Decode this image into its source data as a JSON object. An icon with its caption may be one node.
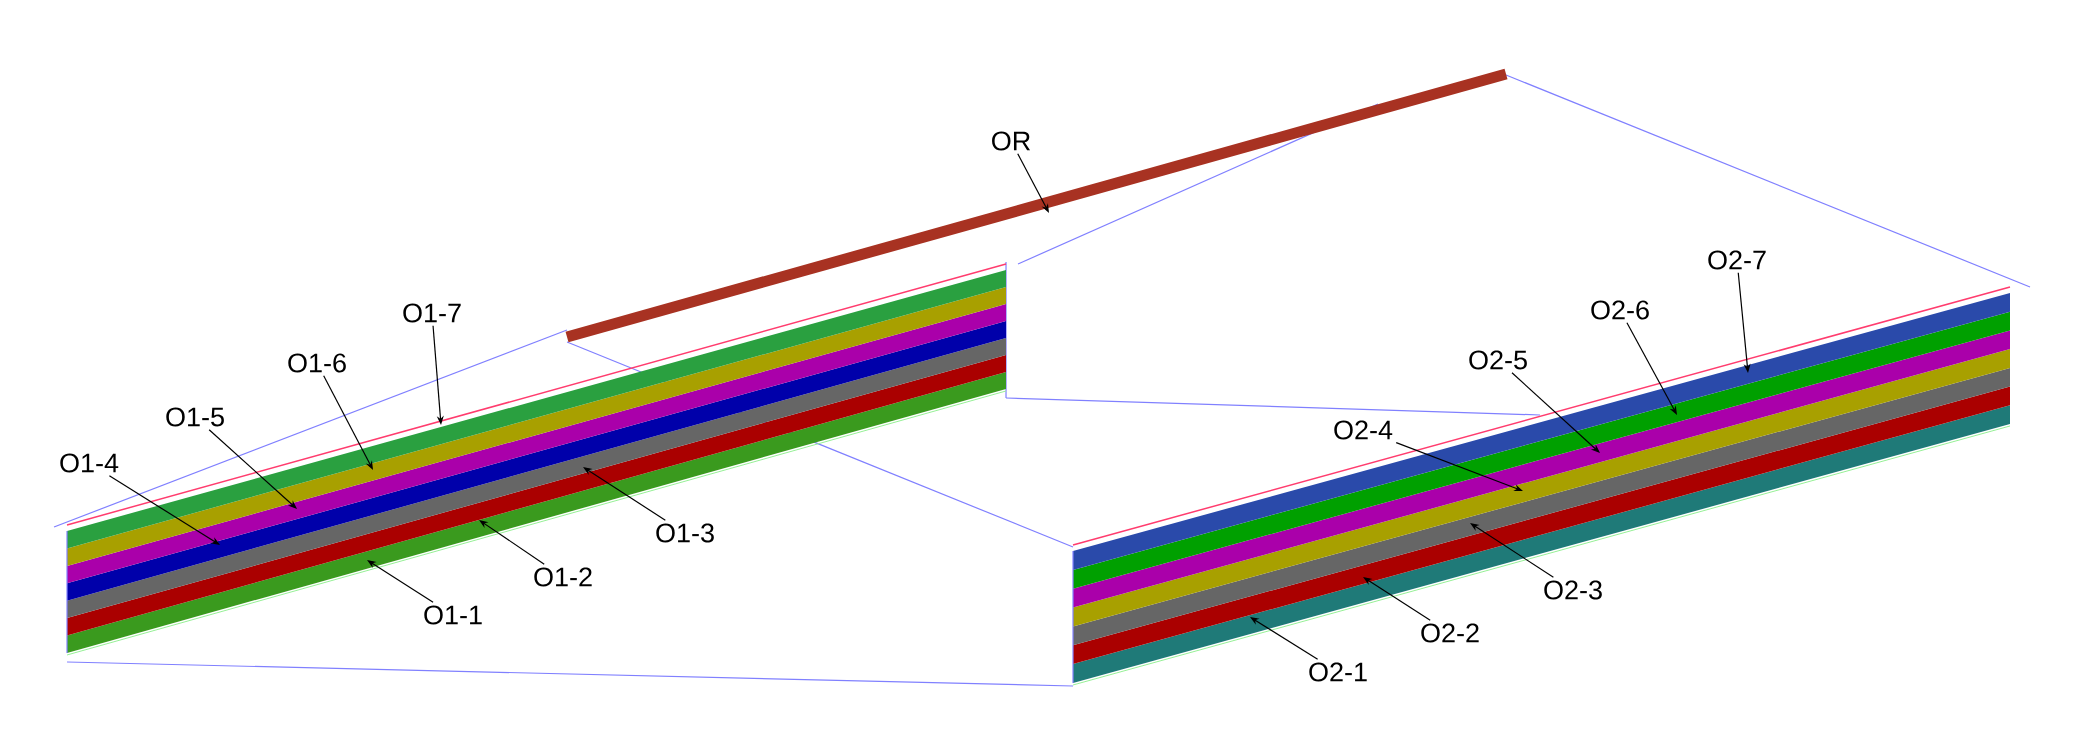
{
  "diagram": {
    "nodes": [
      {
        "text": [
          "OR"
        ]
      },
      {
        "text": [
          "O1-7"
        ]
      },
      {
        "text": [
          "O1-6"
        ]
      },
      {
        "text": [
          "O1-5"
        ]
      },
      {
        "text": [
          "O1-4"
        ]
      },
      {
        "text": [
          "O1-3"
        ]
      },
      {
        "text": [
          "O1-2"
        ]
      },
      {
        "text": [
          "O1-1"
        ]
      },
      {
        "text": [
          "O2-7"
        ]
      },
      {
        "text": [
          "O2-6"
        ]
      },
      {
        "text": [
          "O2-5"
        ]
      },
      {
        "text": [
          "O2-4"
        ]
      },
      {
        "text": [
          "O2-3"
        ]
      },
      {
        "text": [
          "O2-2"
        ]
      },
      {
        "text": [
          "O2-1"
        ]
      }
    ],
    "edges": [
      {
        "from": 0,
        "to": null,
        "arrow": "to"
      },
      {
        "from": 1,
        "to": null,
        "arrow": "to"
      },
      {
        "from": 2,
        "to": null,
        "arrow": "to"
      },
      {
        "from": 3,
        "to": null,
        "arrow": "to"
      },
      {
        "from": 4,
        "to": null,
        "arrow": "to"
      },
      {
        "from": 5,
        "to": null,
        "arrow": "to"
      },
      {
        "from": 6,
        "to": null,
        "arrow": "to"
      },
      {
        "from": 7,
        "to": null,
        "arrow": "to"
      },
      {
        "from": 8,
        "to": null,
        "arrow": "to"
      },
      {
        "from": 9,
        "to": null,
        "arrow": "to"
      },
      {
        "from": 10,
        "to": null,
        "arrow": "to"
      },
      {
        "from": 11,
        "to": null,
        "arrow": "to"
      },
      {
        "from": 12,
        "to": null,
        "arrow": "to"
      },
      {
        "from": 13,
        "to": null,
        "arrow": "to"
      },
      {
        "from": 14,
        "to": null,
        "arrow": "to"
      }
    ]
  }
}
